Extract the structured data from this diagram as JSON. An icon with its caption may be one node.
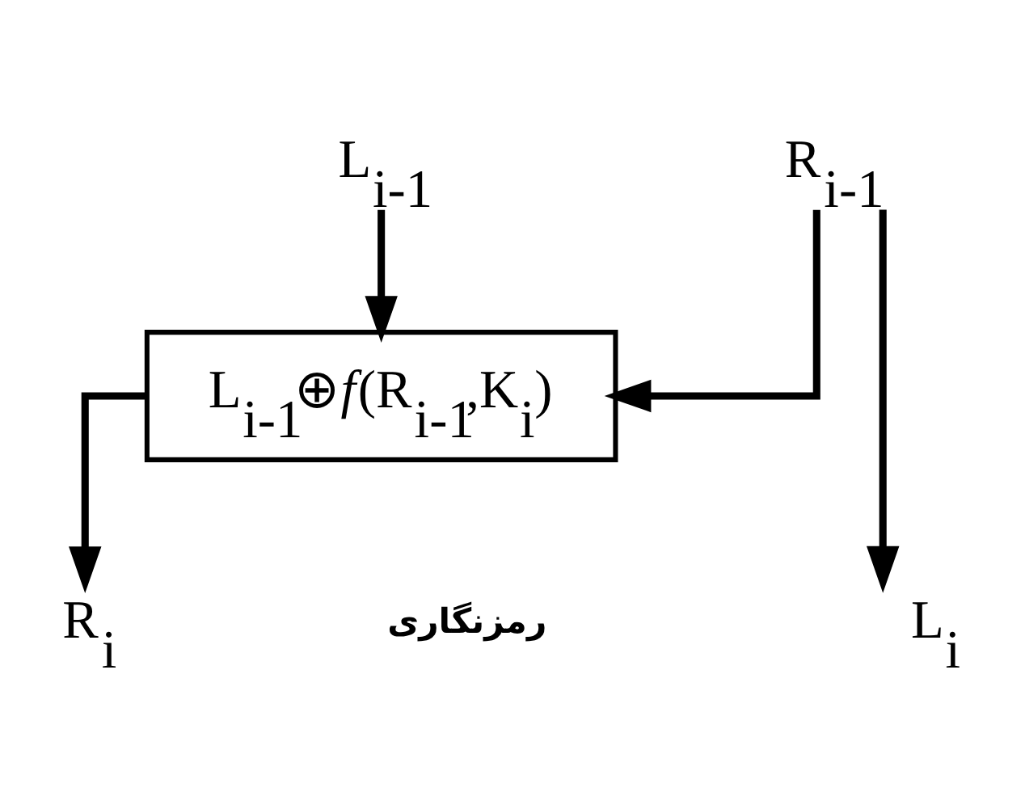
{
  "diagram": {
    "nodes": [
      {
        "text": [
          "L$_{i-1}$"
        ]
      },
      {
        "text": [
          "R$_{i-1}$"
        ]
      },
      {
        "text": [
          "L$_{i-1}$⊕*f*(R$_{i-1}$,K$_{i}$)"
        ]
      },
      {
        "text": [
          "L$_{i}$"
        ]
      },
      {
        "text": [
          "R$_{i}$"
        ]
      }
    ],
    "edges": [
      {
        "from": 0,
        "to": 2,
        "arrow": "to"
      },
      {
        "from": 1,
        "to": 2,
        "arrow": "to"
      },
      {
        "from": 1,
        "to": 3,
        "arrow": "to"
      },
      {
        "from": 2,
        "to": 4,
        "arrow": "to"
      }
    ],
    "labels": [
      "رمزنگاری"
    ]
  }
}
